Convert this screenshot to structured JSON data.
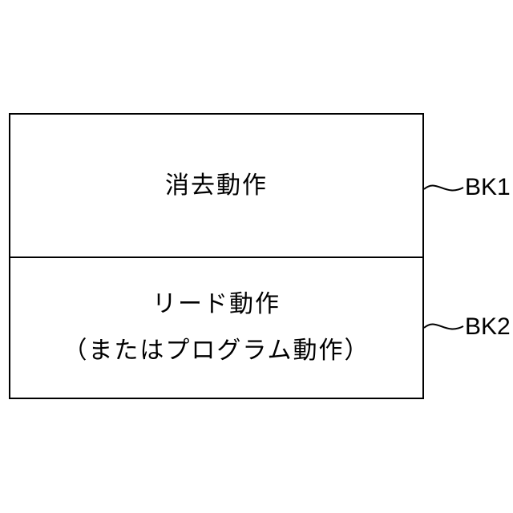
{
  "diagram": {
    "blocks": [
      {
        "lines": [
          "消去動作"
        ],
        "ref": "BK1"
      },
      {
        "lines": [
          "リード動作",
          "（またはプログラム動作）"
        ],
        "ref": "BK2"
      }
    ]
  }
}
